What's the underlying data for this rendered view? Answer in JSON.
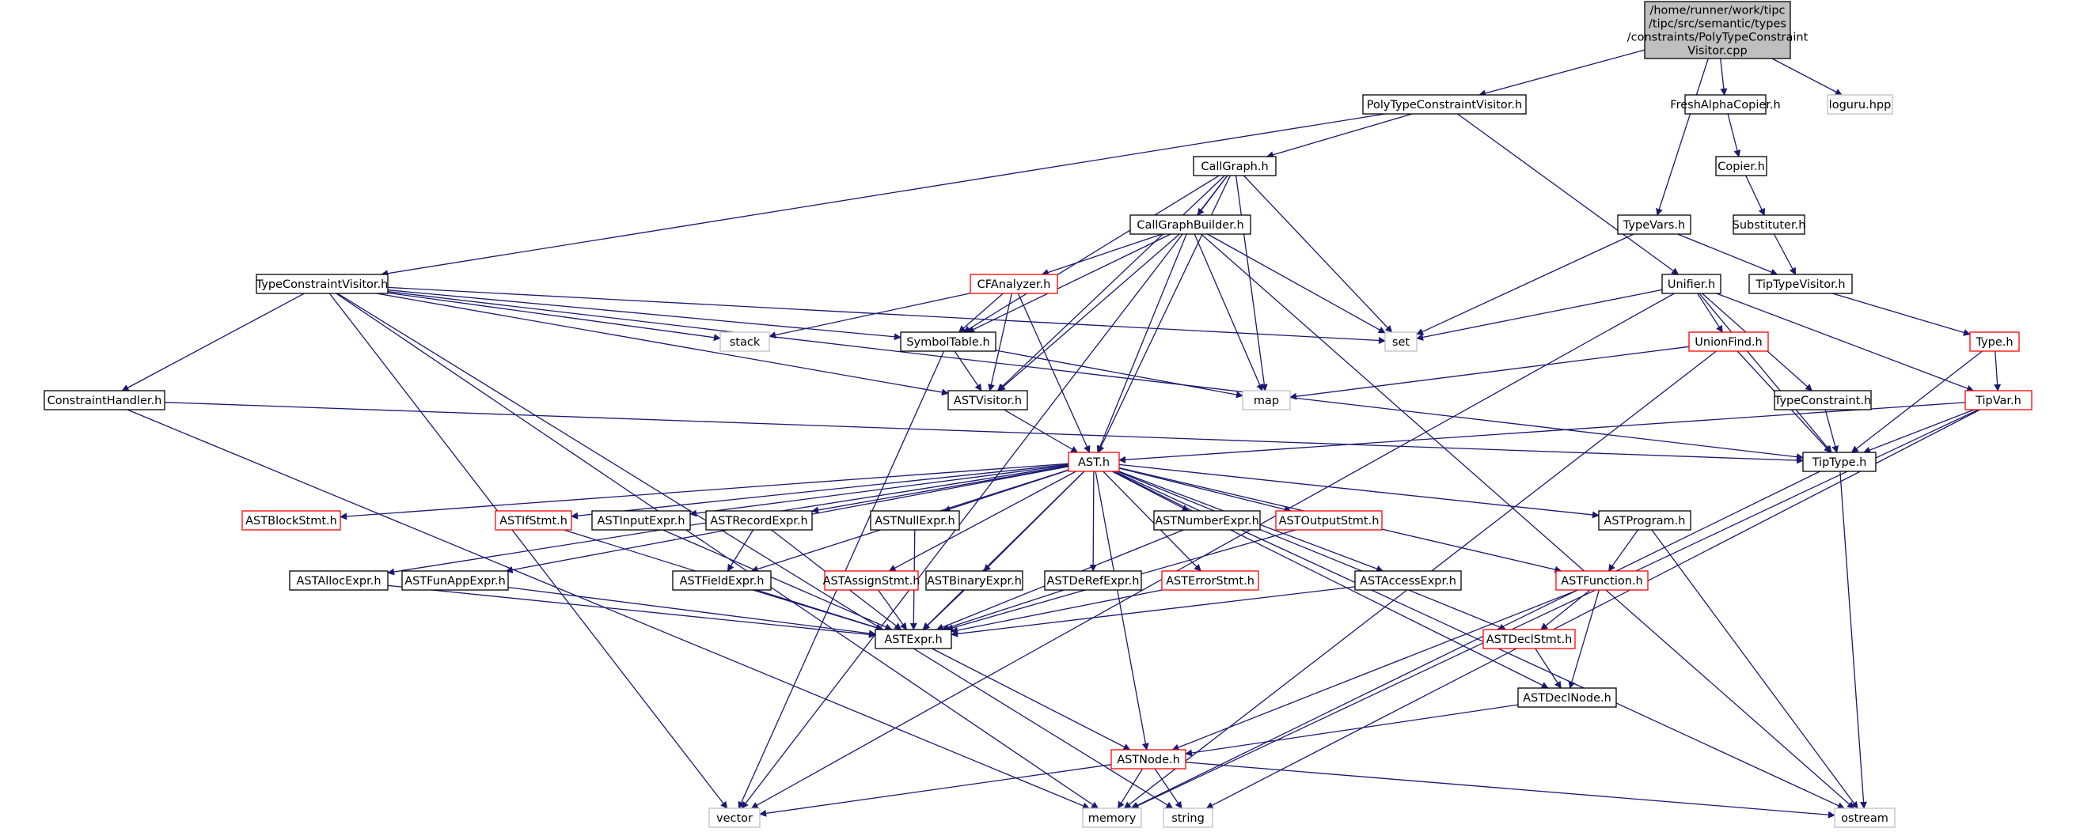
{
  "colors": {
    "edge": "#191970",
    "normal_border": "#000000",
    "truncated_border": "#ff0000",
    "external_border": "#bfbfbf",
    "root_fill": "#bfbfbf",
    "text": "#000000"
  },
  "nodes": [
    {
      "id": "root",
      "lines": [
        "/home/runner/work/tipc",
        "/tipc/src/semantic/types",
        "/constraints/PolyTypeConstraint",
        "Visitor.cpp"
      ],
      "kind": "root"
    },
    {
      "id": "PolyTypeConstraintVisitor_h",
      "lines": [
        "PolyTypeConstraintVisitor.h"
      ],
      "kind": "normal"
    },
    {
      "id": "FreshAlphaCopier_h",
      "lines": [
        "FreshAlphaCopier.h"
      ],
      "kind": "normal"
    },
    {
      "id": "loguru_hpp",
      "lines": [
        "loguru.hpp"
      ],
      "kind": "external"
    },
    {
      "id": "Copier_h",
      "lines": [
        "Copier.h"
      ],
      "kind": "normal"
    },
    {
      "id": "CallGraph_h",
      "lines": [
        "CallGraph.h"
      ],
      "kind": "normal"
    },
    {
      "id": "Substituter_h",
      "lines": [
        "Substituter.h"
      ],
      "kind": "normal"
    },
    {
      "id": "CallGraphBuilder_h",
      "lines": [
        "CallGraphBuilder.h"
      ],
      "kind": "normal"
    },
    {
      "id": "TypeVars_h",
      "lines": [
        "TypeVars.h"
      ],
      "kind": "normal"
    },
    {
      "id": "TypeConstraintVisitor_h",
      "lines": [
        "TypeConstraintVisitor.h"
      ],
      "kind": "normal"
    },
    {
      "id": "CFAnalyzer_h",
      "lines": [
        "CFAnalyzer.h"
      ],
      "kind": "truncated"
    },
    {
      "id": "Unifier_h",
      "lines": [
        "Unifier.h"
      ],
      "kind": "normal"
    },
    {
      "id": "TipTypeVisitor_h",
      "lines": [
        "TipTypeVisitor.h"
      ],
      "kind": "normal"
    },
    {
      "id": "stack",
      "lines": [
        "stack"
      ],
      "kind": "external"
    },
    {
      "id": "SymbolTable_h",
      "lines": [
        "SymbolTable.h"
      ],
      "kind": "normal"
    },
    {
      "id": "set",
      "lines": [
        "set"
      ],
      "kind": "external"
    },
    {
      "id": "UnionFind_h",
      "lines": [
        "UnionFind.h"
      ],
      "kind": "truncated"
    },
    {
      "id": "Type_h",
      "lines": [
        "Type.h"
      ],
      "kind": "truncated"
    },
    {
      "id": "ConstraintHandler_h",
      "lines": [
        "ConstraintHandler.h"
      ],
      "kind": "normal"
    },
    {
      "id": "ASTVisitor_h",
      "lines": [
        "ASTVisitor.h"
      ],
      "kind": "normal"
    },
    {
      "id": "map",
      "lines": [
        "map"
      ],
      "kind": "external"
    },
    {
      "id": "TypeConstraint_h",
      "lines": [
        "TypeConstraint.h"
      ],
      "kind": "normal"
    },
    {
      "id": "TipVar_h",
      "lines": [
        "TipVar.h"
      ],
      "kind": "truncated"
    },
    {
      "id": "AST_h",
      "lines": [
        "AST.h"
      ],
      "kind": "truncated"
    },
    {
      "id": "TipType_h",
      "lines": [
        "TipType.h"
      ],
      "kind": "normal"
    },
    {
      "id": "ASTBlockStmt_h",
      "lines": [
        "ASTBlockStmt.h"
      ],
      "kind": "truncated"
    },
    {
      "id": "ASTIfStmt_h",
      "lines": [
        "ASTIfStmt.h"
      ],
      "kind": "truncated"
    },
    {
      "id": "ASTInputExpr_h",
      "lines": [
        "ASTInputExpr.h"
      ],
      "kind": "normal"
    },
    {
      "id": "ASTRecordExpr_h",
      "lines": [
        "ASTRecordExpr.h"
      ],
      "kind": "normal"
    },
    {
      "id": "ASTNullExpr_h",
      "lines": [
        "ASTNullExpr.h"
      ],
      "kind": "normal"
    },
    {
      "id": "ASTNumberExpr_h",
      "lines": [
        "ASTNumberExpr.h"
      ],
      "kind": "normal"
    },
    {
      "id": "ASTOutputStmt_h",
      "lines": [
        "ASTOutputStmt.h"
      ],
      "kind": "truncated"
    },
    {
      "id": "ASTProgram_h",
      "lines": [
        "ASTProgram.h"
      ],
      "kind": "normal"
    },
    {
      "id": "ASTAllocExpr_h",
      "lines": [
        "ASTAllocExpr.h"
      ],
      "kind": "normal"
    },
    {
      "id": "ASTFunAppExpr_h",
      "lines": [
        "ASTFunAppExpr.h"
      ],
      "kind": "normal"
    },
    {
      "id": "ASTFieldExpr_h",
      "lines": [
        "ASTFieldExpr.h"
      ],
      "kind": "normal"
    },
    {
      "id": "ASTAssignStmt_h",
      "lines": [
        "ASTAssignStmt.h"
      ],
      "kind": "truncated"
    },
    {
      "id": "ASTBinaryExpr_h",
      "lines": [
        "ASTBinaryExpr.h"
      ],
      "kind": "normal"
    },
    {
      "id": "ASTDeRefExpr_h",
      "lines": [
        "ASTDeRefExpr.h"
      ],
      "kind": "normal"
    },
    {
      "id": "ASTErrorStmt_h",
      "lines": [
        "ASTErrorStmt.h"
      ],
      "kind": "truncated"
    },
    {
      "id": "ASTAccessExpr_h",
      "lines": [
        "ASTAccessExpr.h"
      ],
      "kind": "normal"
    },
    {
      "id": "ASTFunction_h",
      "lines": [
        "ASTFunction.h"
      ],
      "kind": "truncated"
    },
    {
      "id": "ASTExpr_h",
      "lines": [
        "ASTExpr.h"
      ],
      "kind": "normal"
    },
    {
      "id": "ASTDeclStmt_h",
      "lines": [
        "ASTDeclStmt.h"
      ],
      "kind": "truncated"
    },
    {
      "id": "ASTDeclNode_h",
      "lines": [
        "ASTDeclNode.h"
      ],
      "kind": "normal"
    },
    {
      "id": "ASTNode_h",
      "lines": [
        "ASTNode.h"
      ],
      "kind": "truncated"
    },
    {
      "id": "vector",
      "lines": [
        "vector"
      ],
      "kind": "external"
    },
    {
      "id": "memory",
      "lines": [
        "memory"
      ],
      "kind": "external"
    },
    {
      "id": "string",
      "lines": [
        "string"
      ],
      "kind": "external"
    },
    {
      "id": "ostream",
      "lines": [
        "ostream"
      ],
      "kind": "external"
    }
  ],
  "edges": [
    [
      "root",
      "PolyTypeConstraintVisitor_h"
    ],
    [
      "root",
      "FreshAlphaCopier_h"
    ],
    [
      "root",
      "loguru_hpp"
    ],
    [
      "root",
      "TypeVars_h"
    ],
    [
      "PolyTypeConstraintVisitor_h",
      "CallGraph_h"
    ],
    [
      "PolyTypeConstraintVisitor_h",
      "TypeConstraintVisitor_h"
    ],
    [
      "PolyTypeConstraintVisitor_h",
      "Unifier_h"
    ],
    [
      "FreshAlphaCopier_h",
      "Copier_h"
    ],
    [
      "Copier_h",
      "Substituter_h"
    ],
    [
      "Substituter_h",
      "TipTypeVisitor_h"
    ],
    [
      "TypeVars_h",
      "TipTypeVisitor_h"
    ],
    [
      "TypeVars_h",
      "set"
    ],
    [
      "TipTypeVisitor_h",
      "Type_h"
    ],
    [
      "CallGraph_h",
      "CallGraphBuilder_h"
    ],
    [
      "CallGraph_h",
      "SymbolTable_h"
    ],
    [
      "CallGraph_h",
      "ASTVisitor_h"
    ],
    [
      "CallGraph_h",
      "set"
    ],
    [
      "CallGraph_h",
      "map"
    ],
    [
      "CallGraph_h",
      "AST_h"
    ],
    [
      "CallGraph_h",
      "vector"
    ],
    [
      "CallGraphBuilder_h",
      "CFAnalyzer_h"
    ],
    [
      "CallGraphBuilder_h",
      "SymbolTable_h"
    ],
    [
      "CallGraphBuilder_h",
      "ASTVisitor_h"
    ],
    [
      "CallGraphBuilder_h",
      "set"
    ],
    [
      "CallGraphBuilder_h",
      "map"
    ],
    [
      "CallGraphBuilder_h",
      "AST_h"
    ],
    [
      "CallGraphBuilder_h",
      "ostream"
    ],
    [
      "CFAnalyzer_h",
      "stack"
    ],
    [
      "CFAnalyzer_h",
      "SymbolTable_h"
    ],
    [
      "CFAnalyzer_h",
      "ASTVisitor_h"
    ],
    [
      "CFAnalyzer_h",
      "AST_h"
    ],
    [
      "TypeConstraintVisitor_h",
      "stack"
    ],
    [
      "TypeConstraintVisitor_h",
      "SymbolTable_h"
    ],
    [
      "TypeConstraintVisitor_h",
      "set"
    ],
    [
      "TypeConstraintVisitor_h",
      "ConstraintHandler_h"
    ],
    [
      "TypeConstraintVisitor_h",
      "ASTVisitor_h"
    ],
    [
      "TypeConstraintVisitor_h",
      "TipType_h"
    ],
    [
      "TypeConstraintVisitor_h",
      "vector"
    ],
    [
      "TypeConstraintVisitor_h",
      "memory"
    ],
    [
      "TypeConstraintVisitor_h",
      "string"
    ],
    [
      "SymbolTable_h",
      "ASTVisitor_h"
    ],
    [
      "SymbolTable_h",
      "map"
    ],
    [
      "SymbolTable_h",
      "vector"
    ],
    [
      "ConstraintHandler_h",
      "TipType_h"
    ],
    [
      "ConstraintHandler_h",
      "memory"
    ],
    [
      "ASTVisitor_h",
      "AST_h"
    ],
    [
      "Unifier_h",
      "set"
    ],
    [
      "Unifier_h",
      "UnionFind_h"
    ],
    [
      "Unifier_h",
      "TypeConstraint_h"
    ],
    [
      "Unifier_h",
      "TipVar_h"
    ],
    [
      "Unifier_h",
      "TipType_h"
    ],
    [
      "Unifier_h",
      "vector"
    ],
    [
      "UnionFind_h",
      "map"
    ],
    [
      "UnionFind_h",
      "TipType_h"
    ],
    [
      "UnionFind_h",
      "memory"
    ],
    [
      "TypeConstraint_h",
      "TipType_h"
    ],
    [
      "Type_h",
      "TipVar_h"
    ],
    [
      "Type_h",
      "TipType_h"
    ],
    [
      "TipVar_h",
      "AST_h"
    ],
    [
      "TipVar_h",
      "TipType_h"
    ],
    [
      "TipVar_h",
      "memory"
    ],
    [
      "TipVar_h",
      "string"
    ],
    [
      "TipType_h",
      "memory"
    ],
    [
      "TipType_h",
      "ostream"
    ],
    [
      "AST_h",
      "ASTBlockStmt_h"
    ],
    [
      "AST_h",
      "ASTIfStmt_h"
    ],
    [
      "AST_h",
      "ASTInputExpr_h"
    ],
    [
      "AST_h",
      "ASTRecordExpr_h"
    ],
    [
      "AST_h",
      "ASTNullExpr_h"
    ],
    [
      "AST_h",
      "ASTNumberExpr_h"
    ],
    [
      "AST_h",
      "ASTOutputStmt_h"
    ],
    [
      "AST_h",
      "ASTProgram_h"
    ],
    [
      "AST_h",
      "ASTAllocExpr_h"
    ],
    [
      "AST_h",
      "ASTFunAppExpr_h"
    ],
    [
      "AST_h",
      "ASTFieldExpr_h"
    ],
    [
      "AST_h",
      "ASTAssignStmt_h"
    ],
    [
      "AST_h",
      "ASTBinaryExpr_h"
    ],
    [
      "AST_h",
      "ASTDeRefExpr_h"
    ],
    [
      "AST_h",
      "ASTErrorStmt_h"
    ],
    [
      "AST_h",
      "ASTAccessExpr_h"
    ],
    [
      "AST_h",
      "ASTFunction_h"
    ],
    [
      "AST_h",
      "ASTExpr_h"
    ],
    [
      "AST_h",
      "ASTDeclStmt_h"
    ],
    [
      "AST_h",
      "ASTDeclNode_h"
    ],
    [
      "AST_h",
      "ASTNode_h"
    ],
    [
      "AST_h",
      "ostream"
    ],
    [
      "ASTIfStmt_h",
      "ASTExpr_h"
    ],
    [
      "ASTInputExpr_h",
      "ASTExpr_h"
    ],
    [
      "ASTRecordExpr_h",
      "ASTFieldExpr_h"
    ],
    [
      "ASTRecordExpr_h",
      "ASTExpr_h"
    ],
    [
      "ASTNullExpr_h",
      "ASTExpr_h"
    ],
    [
      "ASTNumberExpr_h",
      "ASTExpr_h"
    ],
    [
      "ASTOutputStmt_h",
      "ASTExpr_h"
    ],
    [
      "ASTProgram_h",
      "ASTFunction_h"
    ],
    [
      "ASTProgram_h",
      "ostream"
    ],
    [
      "ASTAllocExpr_h",
      "ASTExpr_h"
    ],
    [
      "ASTFunAppExpr_h",
      "ASTExpr_h"
    ],
    [
      "ASTFieldExpr_h",
      "ASTExpr_h"
    ],
    [
      "ASTAssignStmt_h",
      "ASTExpr_h"
    ],
    [
      "ASTBinaryExpr_h",
      "ASTExpr_h"
    ],
    [
      "ASTDeRefExpr_h",
      "ASTExpr_h"
    ],
    [
      "ASTErrorStmt_h",
      "ASTExpr_h"
    ],
    [
      "ASTAccessExpr_h",
      "ASTExpr_h"
    ],
    [
      "ASTFunction_h",
      "ASTDeclStmt_h"
    ],
    [
      "ASTFunction_h",
      "ASTDeclNode_h"
    ],
    [
      "ASTFunction_h",
      "ASTNode_h"
    ],
    [
      "ASTDeclStmt_h",
      "ASTDeclNode_h"
    ],
    [
      "ASTDeclNode_h",
      "ASTNode_h"
    ],
    [
      "ASTExpr_h",
      "ASTNode_h"
    ],
    [
      "ASTNode_h",
      "vector"
    ],
    [
      "ASTNode_h",
      "memory"
    ],
    [
      "ASTNode_h",
      "string"
    ],
    [
      "ASTNode_h",
      "ostream"
    ]
  ]
}
